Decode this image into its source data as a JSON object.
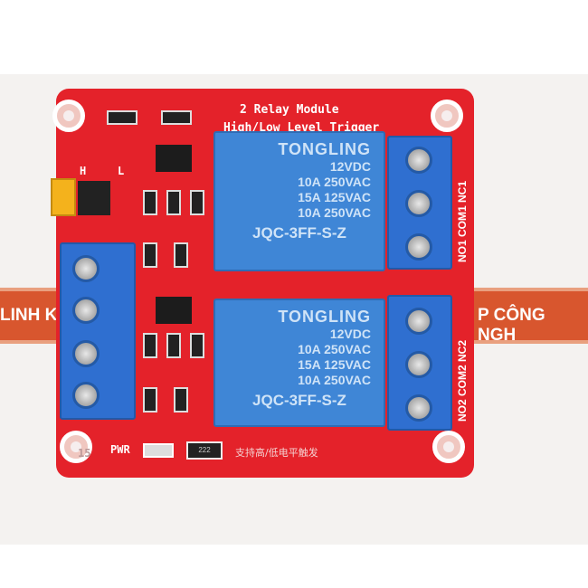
{
  "background_banner": {
    "left_text": "LINH K",
    "right_text": "P CÔNG NGH"
  },
  "board": {
    "title": "2 Relay Module",
    "subtitle": "High/Low Level Trigger",
    "jumper_labels": [
      "H",
      "L"
    ],
    "power_label": "PWR",
    "resistor_code": "222",
    "chinese_text": "支持高/低电平触发",
    "hole_marking": "15"
  },
  "relays": [
    {
      "brand": "TONGLING",
      "lines": [
        "12VDC",
        "10A 250VAC",
        "15A 125VAC",
        "10A 250VAC"
      ],
      "part": "JQC-3FF-S-Z",
      "terminal_label": "NO1 COM1 NC1"
    },
    {
      "brand": "TONGLING",
      "lines": [
        "12VDC",
        "10A 250VAC",
        "15A 125VAC",
        "10A 250VAC"
      ],
      "part": "JQC-3FF-S-Z",
      "terminal_label": "NO2 COM2 NC2"
    }
  ],
  "colors": {
    "pcb": "#e4222a",
    "relay": "#3f86d6",
    "terminal": "#2f6fd0",
    "jumper": "#f4b21c"
  }
}
